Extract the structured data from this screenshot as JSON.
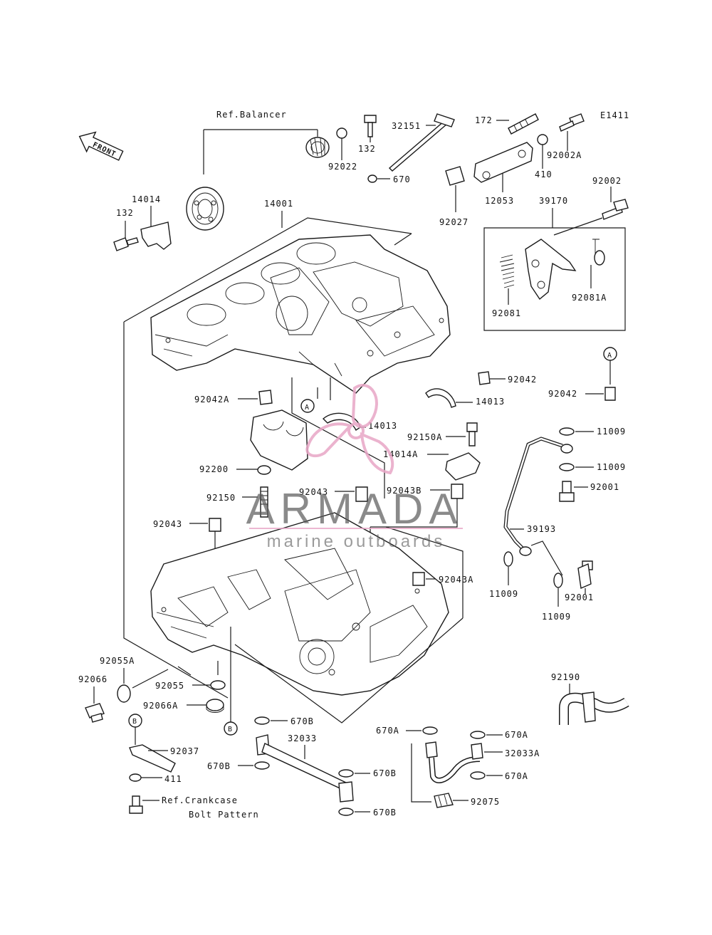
{
  "diagram_code": "E1411",
  "front_label": "FRONT",
  "ref_balancer": "Ref.Balancer",
  "ref_crankcase_line1": "Ref.Crankcase",
  "ref_crankcase_line2": "Bolt Pattern",
  "watermark": {
    "brand": "ARMADA",
    "tagline": "marine outboards",
    "accent_color": "#e8a6c6",
    "text_color": "#5a5a5a"
  },
  "callouts": {
    "c_14001": "14001",
    "c_14014_top": "14014",
    "c_132_left": "132",
    "c_92022": "92022",
    "c_132_top": "132",
    "c_32151": "32151",
    "c_670": "670",
    "c_172": "172",
    "c_92002A": "92002A",
    "c_410": "410",
    "c_12053": "12053",
    "c_92027": "92027",
    "c_39170": "39170",
    "c_92002": "92002",
    "c_92081": "92081",
    "c_92081A": "92081A",
    "c_92042_mid": "92042",
    "c_92042_right": "92042",
    "c_14013_right": "14013",
    "c_14013_mid": "14013",
    "c_92042A": "92042A",
    "c_92150A": "92150A",
    "c_14014A": "14014A",
    "c_92200": "92200",
    "c_92150": "92150",
    "c_92043_center": "92043",
    "c_92043B": "92043B",
    "c_92043_left": "92043",
    "c_92043A": "92043A",
    "c_11009_a": "11009",
    "c_11009_b": "11009",
    "c_92001_a": "92001",
    "c_39193": "39193",
    "c_11009_c": "11009",
    "c_11009_d": "11009",
    "c_92001_b": "92001",
    "c_92055A": "92055A",
    "c_92066": "92066",
    "c_92055": "92055",
    "c_92066A": "92066A",
    "c_92190": "92190",
    "c_670B_a": "670B",
    "c_32033": "32033",
    "c_670B_b": "670B",
    "c_670B_c": "670B",
    "c_670B_d": "670B",
    "c_670A_a": "670A",
    "c_670A_b": "670A",
    "c_32033A": "32033A",
    "c_670A_c": "670A",
    "c_92075": "92075",
    "c_92037": "92037",
    "c_411": "411"
  },
  "markers": {
    "A": "A",
    "B": "B"
  }
}
